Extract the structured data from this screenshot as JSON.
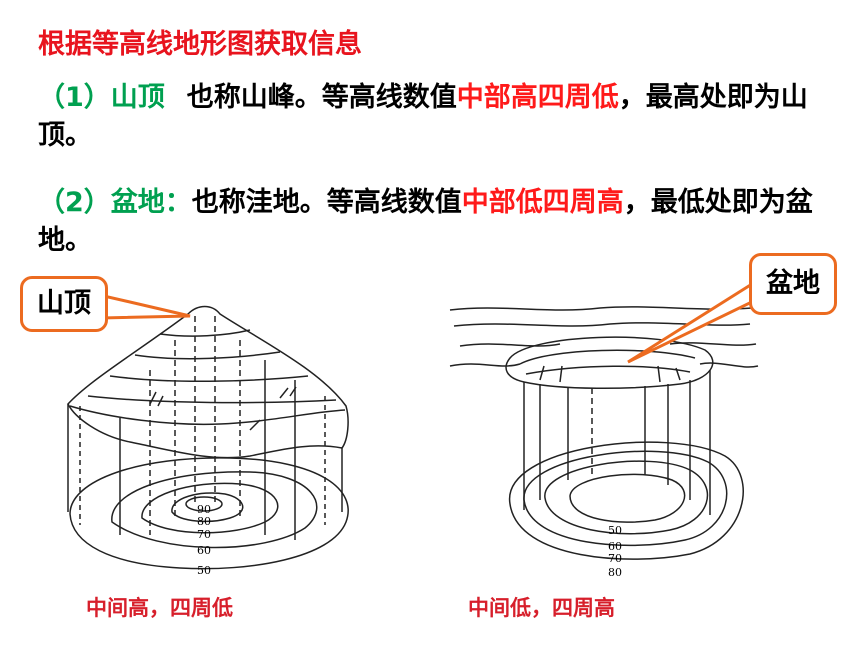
{
  "title": "根据等高线地形图获取信息",
  "item1": {
    "num": "（1）",
    "term": "山顶",
    "desc": "也称山峰。等高线数值",
    "emph": "中部高四周低",
    "tail": "，最高处即为山顶。"
  },
  "item2": {
    "num": "（2）",
    "term": "盆地：",
    "desc": "也称洼地。等高线数值",
    "emph": "中部低四周高",
    "tail": "，最低处即为盆地。"
  },
  "callouts": {
    "peak": "山顶",
    "basin": "盆地"
  },
  "figure_peak": {
    "labels": [
      "90",
      "80",
      "70",
      "60",
      "50"
    ],
    "caption": "中间高，四周低"
  },
  "figure_basin": {
    "labels": [
      "50",
      "60",
      "70",
      "80"
    ],
    "caption": "中间低，四周高"
  },
  "colors": {
    "title": "#e8141e",
    "term": "#00a050",
    "emphasis": "#ff1a1a",
    "callout_border": "#ec6b20",
    "caption": "#d71f2b"
  }
}
